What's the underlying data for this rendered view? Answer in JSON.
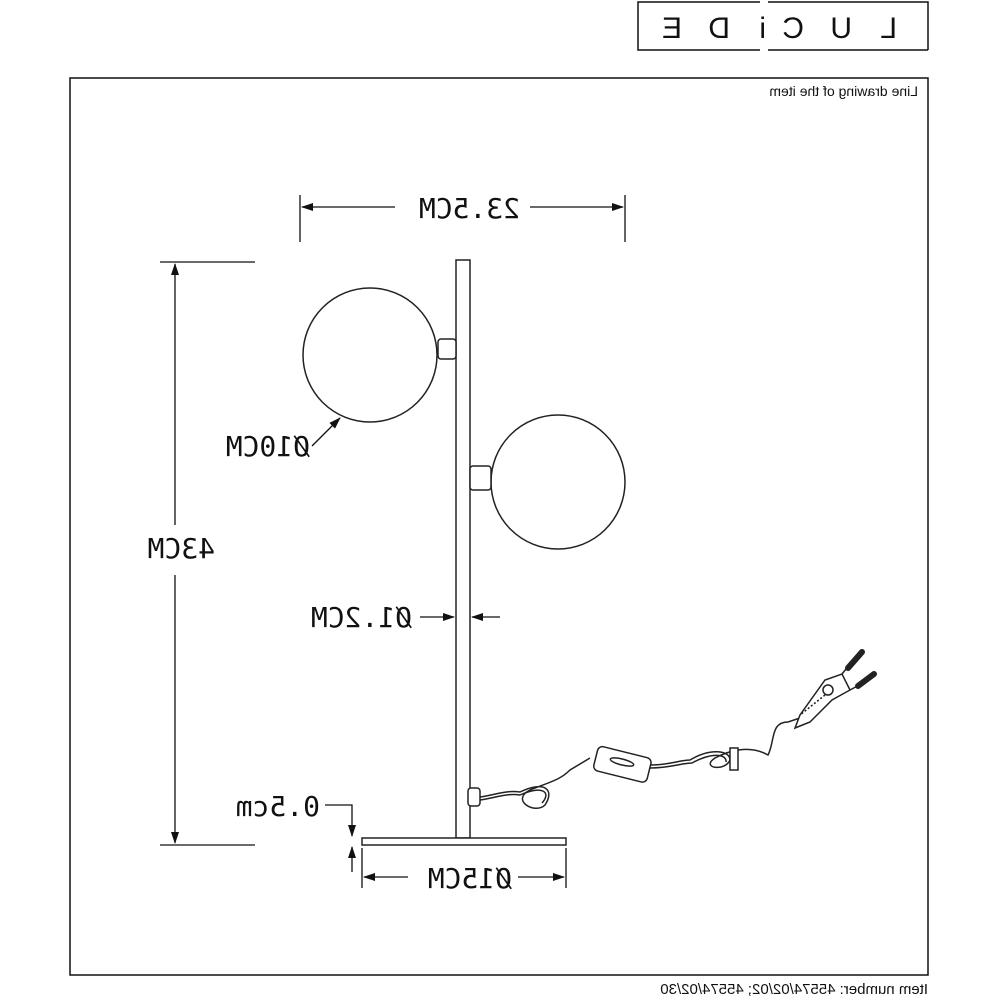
{
  "logo": {
    "text": "LUCiDE",
    "letters": [
      "L",
      "U",
      "C",
      "i",
      "D",
      "E"
    ]
  },
  "header": {
    "caption": "Line drawing of the item"
  },
  "dimensions": {
    "width": "23.5CM",
    "height": "43CM",
    "globe_diameter": "Ø10CM",
    "pole_diameter": "Ø1.2CM",
    "base_thickness": "0.5cm",
    "base_diameter": "Ø15CM"
  },
  "footer": {
    "item_number": "Item number: 45574/02/02; 45574/02/30"
  }
}
